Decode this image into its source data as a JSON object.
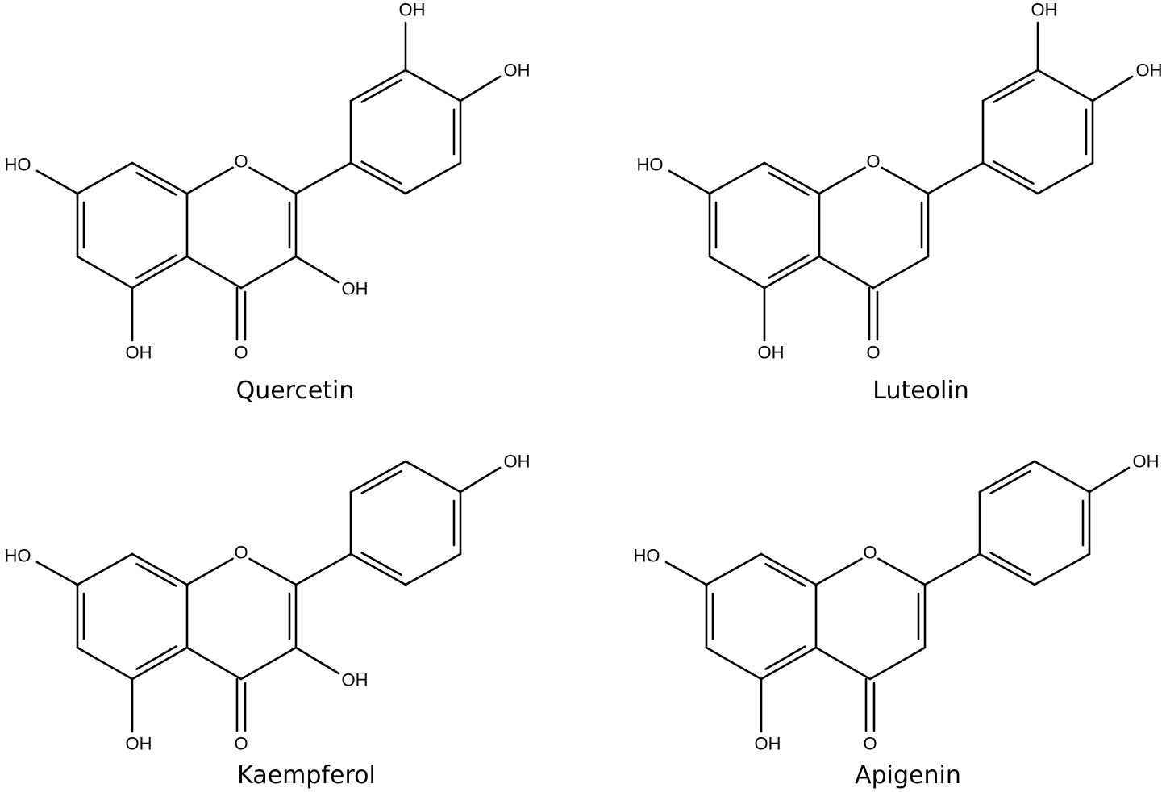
{
  "compounds": [
    {
      "name": "Quercetin",
      "labels": {
        "ring_O": "O",
        "O7": "HO",
        "O5": "OH",
        "O4": "O",
        "O3": "OH",
        "O3p": "OH",
        "O4p": "OH"
      }
    },
    {
      "name": "Luteolin",
      "labels": {
        "ring_O": "O",
        "O7": "HO",
        "O5": "OH",
        "O4": "O",
        "O3p": "OH",
        "O4p": "OH"
      }
    },
    {
      "name": "Kaempferol",
      "labels": {
        "ring_O": "O",
        "O7": "HO",
        "O5": "OH",
        "O4": "O",
        "O3": "OH",
        "O4p": "OH"
      }
    },
    {
      "name": "Apigenin",
      "labels": {
        "ring_O": "O",
        "O7": "HO",
        "O5": "OH",
        "O4": "O",
        "O4p": "OH"
      }
    }
  ]
}
